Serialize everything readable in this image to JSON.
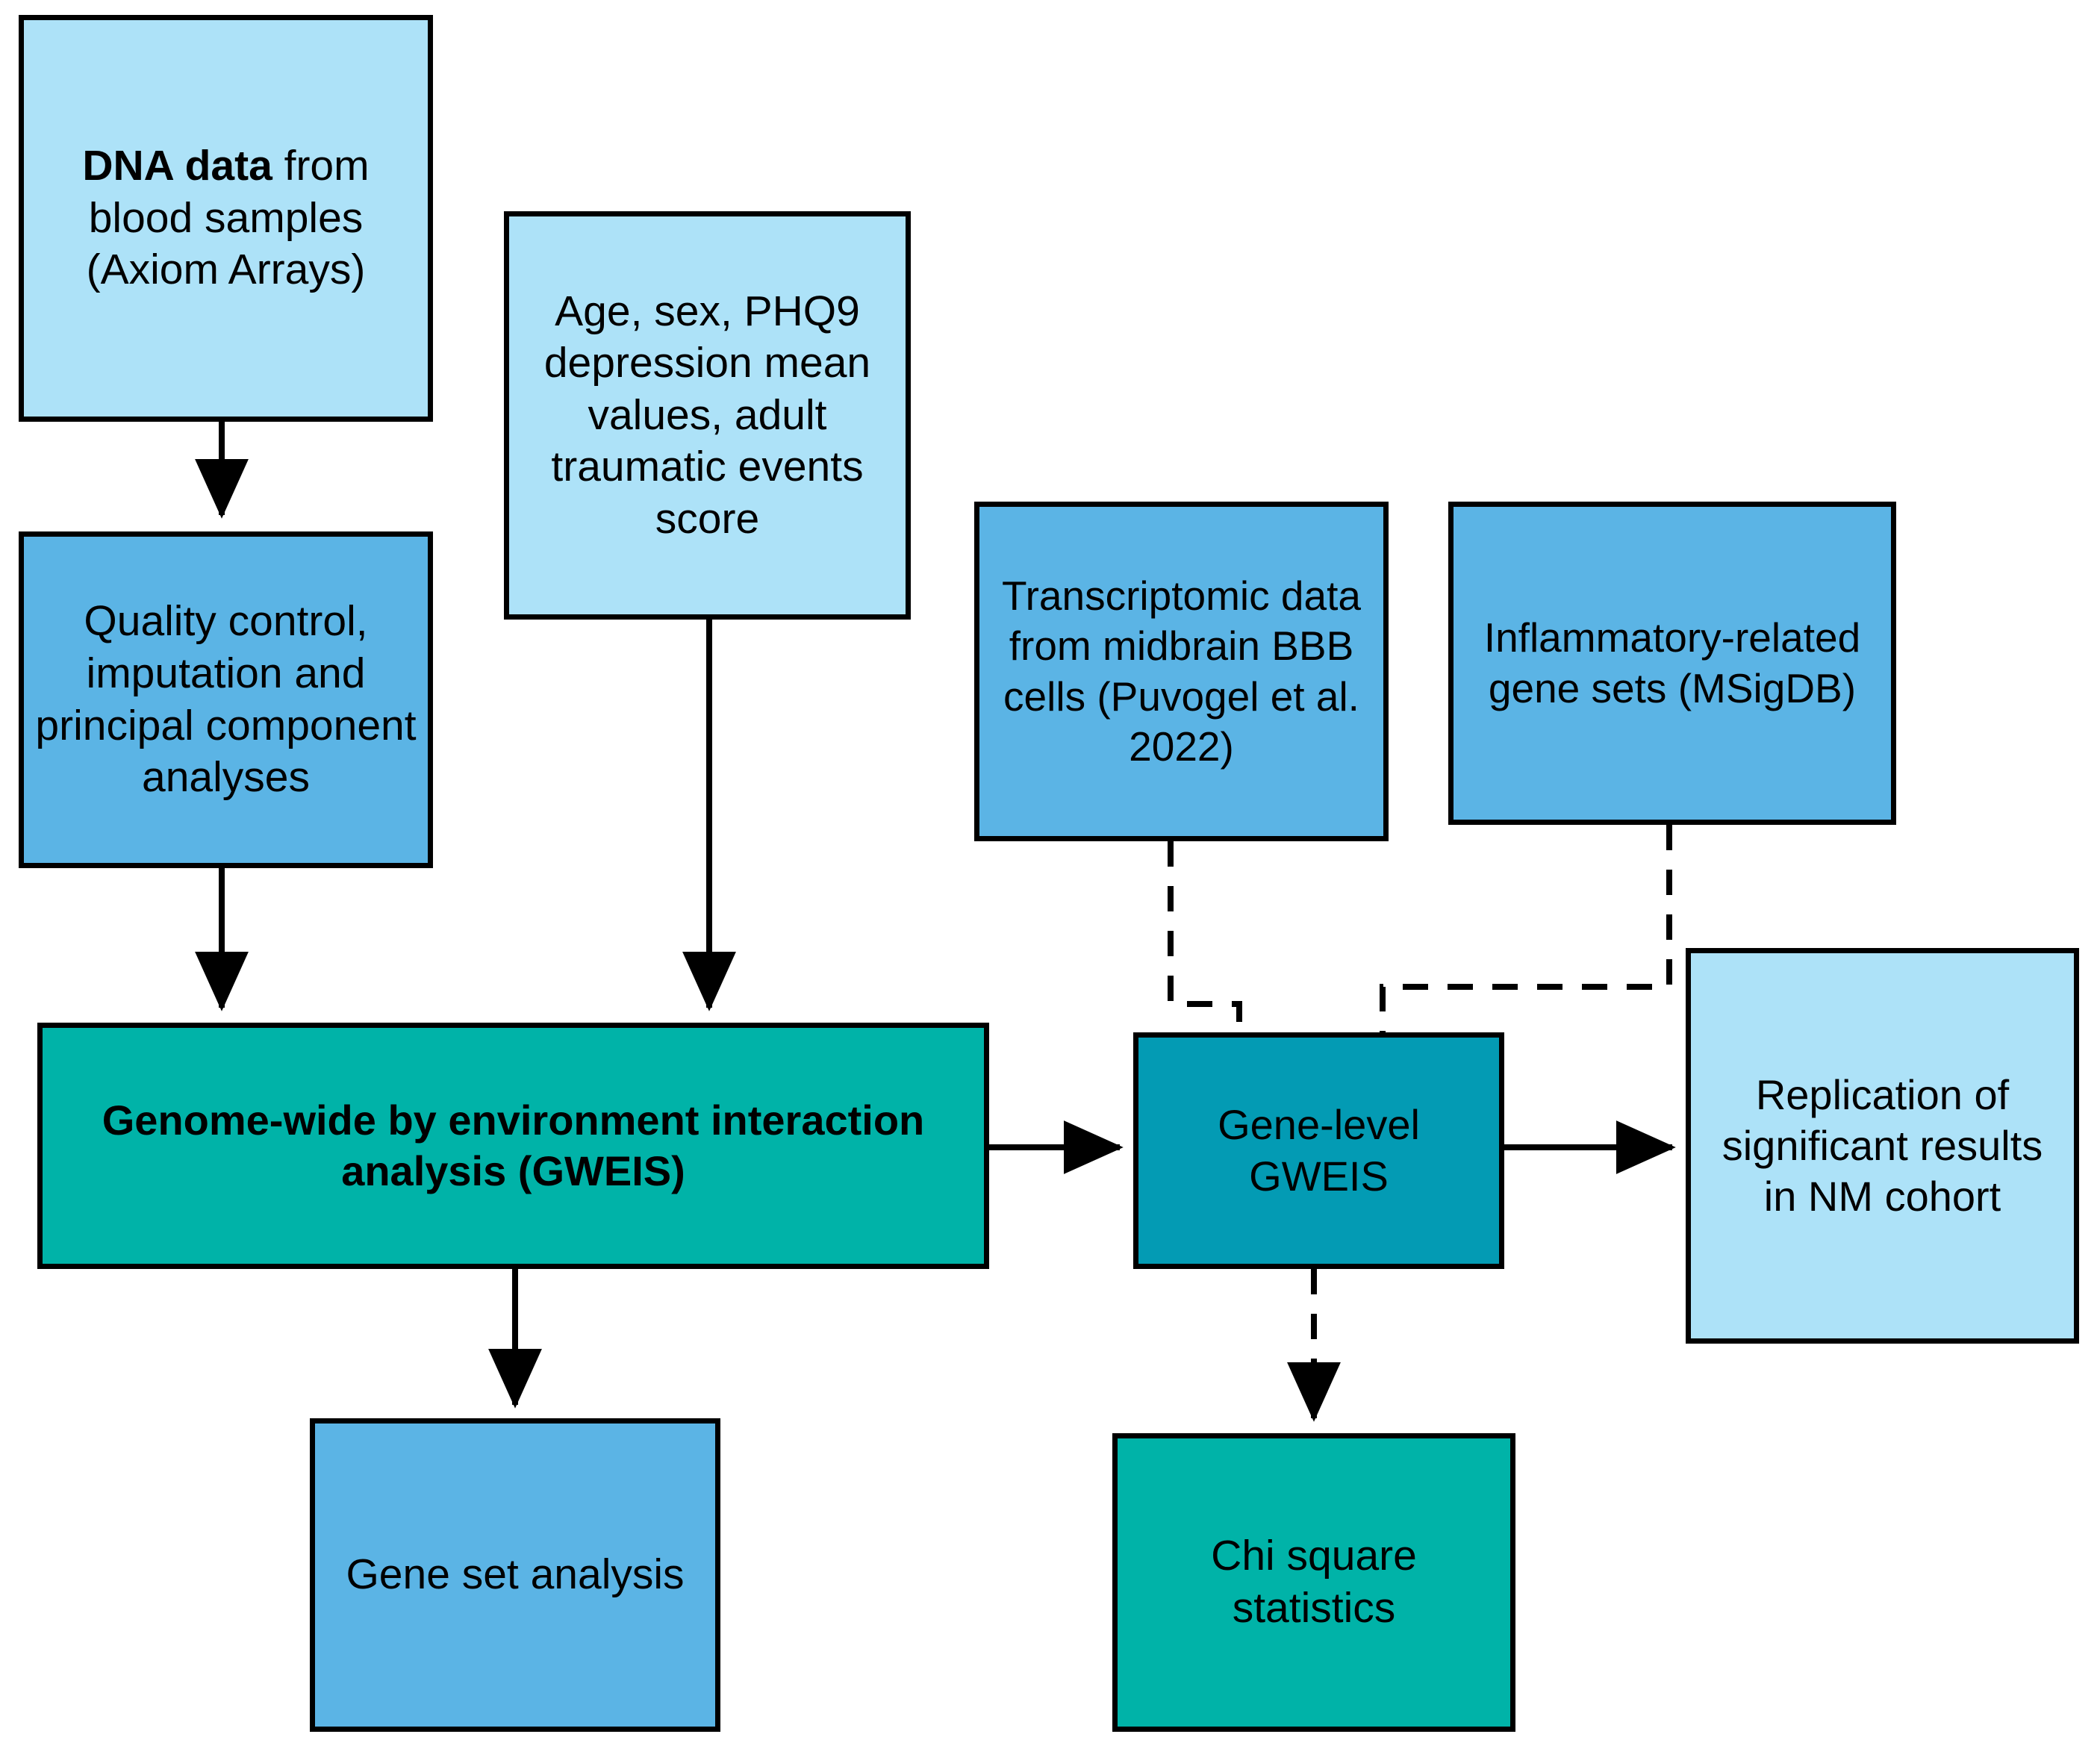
{
  "diagram": {
    "title": "GWEIS study workflow flowchart",
    "background": "#FFFFFF",
    "palette": {
      "light_blue": "#ADE2F8",
      "medium_blue": "#5BB4E5",
      "teal_green": "#00B3A8",
      "dark_teal": "#039BB4",
      "outline": "#000000"
    }
  },
  "nodes": {
    "dna_data": {
      "line1_bold": "DNA data",
      "line1_rest": " from",
      "line2": "blood  samples",
      "line3": "(Axiom Arrays)",
      "fill": "#ADE2F8"
    },
    "covariates": {
      "text": "Age, sex, PHQ9 depression mean values, adult traumatic events score",
      "fill": "#ADE2F8"
    },
    "quality_control": {
      "text": "Quality control, imputation and principal component analyses",
      "fill": "#5BB4E5"
    },
    "transcriptomic": {
      "text": "Transcriptomic data from midbrain BBB cells (Puvogel et al. 2022)",
      "fill": "#5BB4E5"
    },
    "inflammatory": {
      "text": "Inflammatory-related gene sets (MSigDB)",
      "fill": "#5BB4E5"
    },
    "gweis": {
      "text": "Genome-wide by environment interaction analysis (GWEIS)",
      "fill": "#00B3A8",
      "bold": true
    },
    "gene_level_gweis": {
      "text": "Gene-level GWEIS",
      "fill": "#039BB4"
    },
    "replication": {
      "text": "Replication of significant results in NM cohort",
      "fill": "#ADE2F8"
    },
    "gene_set_analysis": {
      "text": "Gene set analysis",
      "fill": "#5BB4E5"
    },
    "chi_square": {
      "text": "Chi square statistics",
      "fill": "#00B3A8"
    }
  },
  "connectors": [
    {
      "name": "dna-to-qc",
      "from": "dna_data",
      "to": "quality_control",
      "style": "solid",
      "arrow": true
    },
    {
      "name": "qc-to-gweis",
      "from": "quality_control",
      "to": "gweis",
      "style": "solid",
      "arrow": true
    },
    {
      "name": "covariates-to-gweis",
      "from": "covariates",
      "to": "gweis",
      "style": "solid",
      "arrow": true
    },
    {
      "name": "gweis-to-gene-level",
      "from": "gweis",
      "to": "gene_level_gweis",
      "style": "solid",
      "arrow": true
    },
    {
      "name": "gweis-to-gene-set-analysis",
      "from": "gweis",
      "to": "gene_set_analysis",
      "style": "solid",
      "arrow": true
    },
    {
      "name": "gene-level-to-replication",
      "from": "gene_level_gweis",
      "to": "replication",
      "style": "solid",
      "arrow": true
    },
    {
      "name": "gene-level-to-chi-square",
      "from": "gene_level_gweis",
      "to": "chi_square",
      "style": "dashed",
      "arrow": true
    },
    {
      "name": "transcriptomic-to-gene-level",
      "from": "transcriptomic",
      "to": "gene_level_gweis",
      "style": "dashed",
      "arrow": false
    },
    {
      "name": "inflammatory-to-gene-level",
      "from": "inflammatory",
      "to": "gene_level_gweis",
      "style": "dashed",
      "arrow": false
    }
  ]
}
